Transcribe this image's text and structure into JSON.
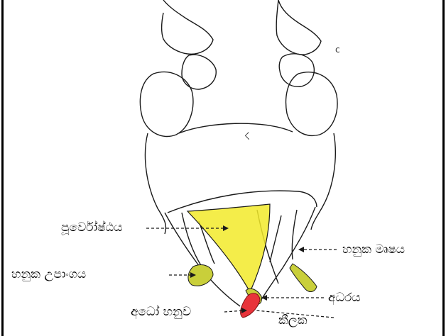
{
  "labels": {
    "labrum": "පූර්වෝෂ්ඨය",
    "maxillary_palp": "හනුක උපාංගය",
    "mandible": "අධෝ හනුව",
    "maxilla_body": "හනුක මෘෂය",
    "hypopharynx": "අධරය",
    "lacinia": "කීලක"
  },
  "stray_marks": {
    "center": "ㄑ",
    "top_right": "c"
  },
  "colors": {
    "labrum": "#f2ea2a",
    "palp": "#c9cf3a",
    "mandible": "#e8333a",
    "outline": "#1a1a1a",
    "frame": "#000000"
  }
}
